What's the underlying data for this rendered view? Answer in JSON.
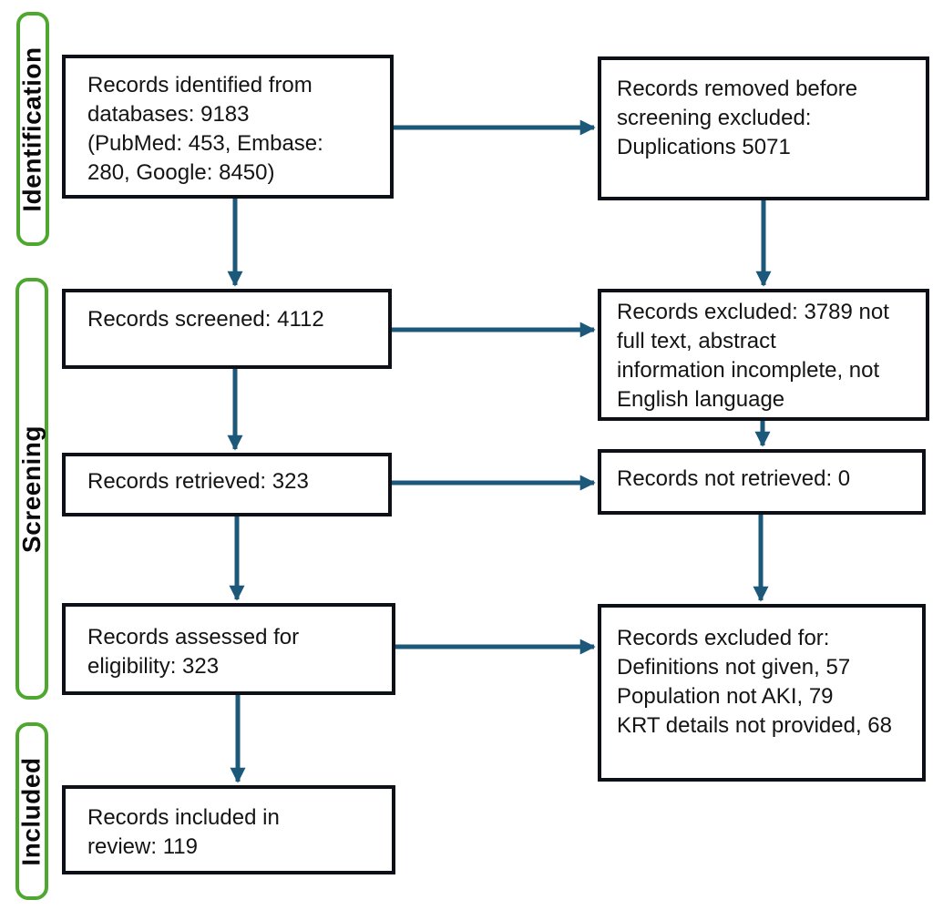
{
  "stages": [
    {
      "label": "Identification"
    },
    {
      "label": "Screening"
    },
    {
      "label": "Included"
    }
  ],
  "boxes": {
    "identified": {
      "lines": [
        "Records identified from",
        "databases: 9183",
        "(PubMed: 453, Embase:",
        "280, Google: 8450)"
      ]
    },
    "removed": {
      "lines": [
        "Records removed before",
        "screening excluded:",
        "Duplications 5071"
      ]
    },
    "screened": {
      "lines": [
        "Records screened: 4112"
      ]
    },
    "excluded_screening": {
      "lines": [
        "Records excluded: 3789 not",
        "full text, abstract",
        "information incomplete, not",
        "English language"
      ]
    },
    "retrieved": {
      "lines": [
        "Records retrieved: 323"
      ]
    },
    "not_retrieved": {
      "lines": [
        "Records not retrieved: 0"
      ]
    },
    "assessed": {
      "lines": [
        "Records assessed for",
        "eligibility: 323"
      ]
    },
    "excluded_eligibility": {
      "lines": [
        "Records excluded for:",
        "Definitions not given, 57",
        "Population not AKI, 79",
        "KRT details not provided, 68"
      ]
    },
    "included": {
      "lines": [
        "Records included in",
        "review: 119"
      ]
    }
  },
  "colors": {
    "arrow": "#1C587A",
    "stage_border": "#4EA72E",
    "box_border": "#0D1117",
    "text": "#141414"
  }
}
